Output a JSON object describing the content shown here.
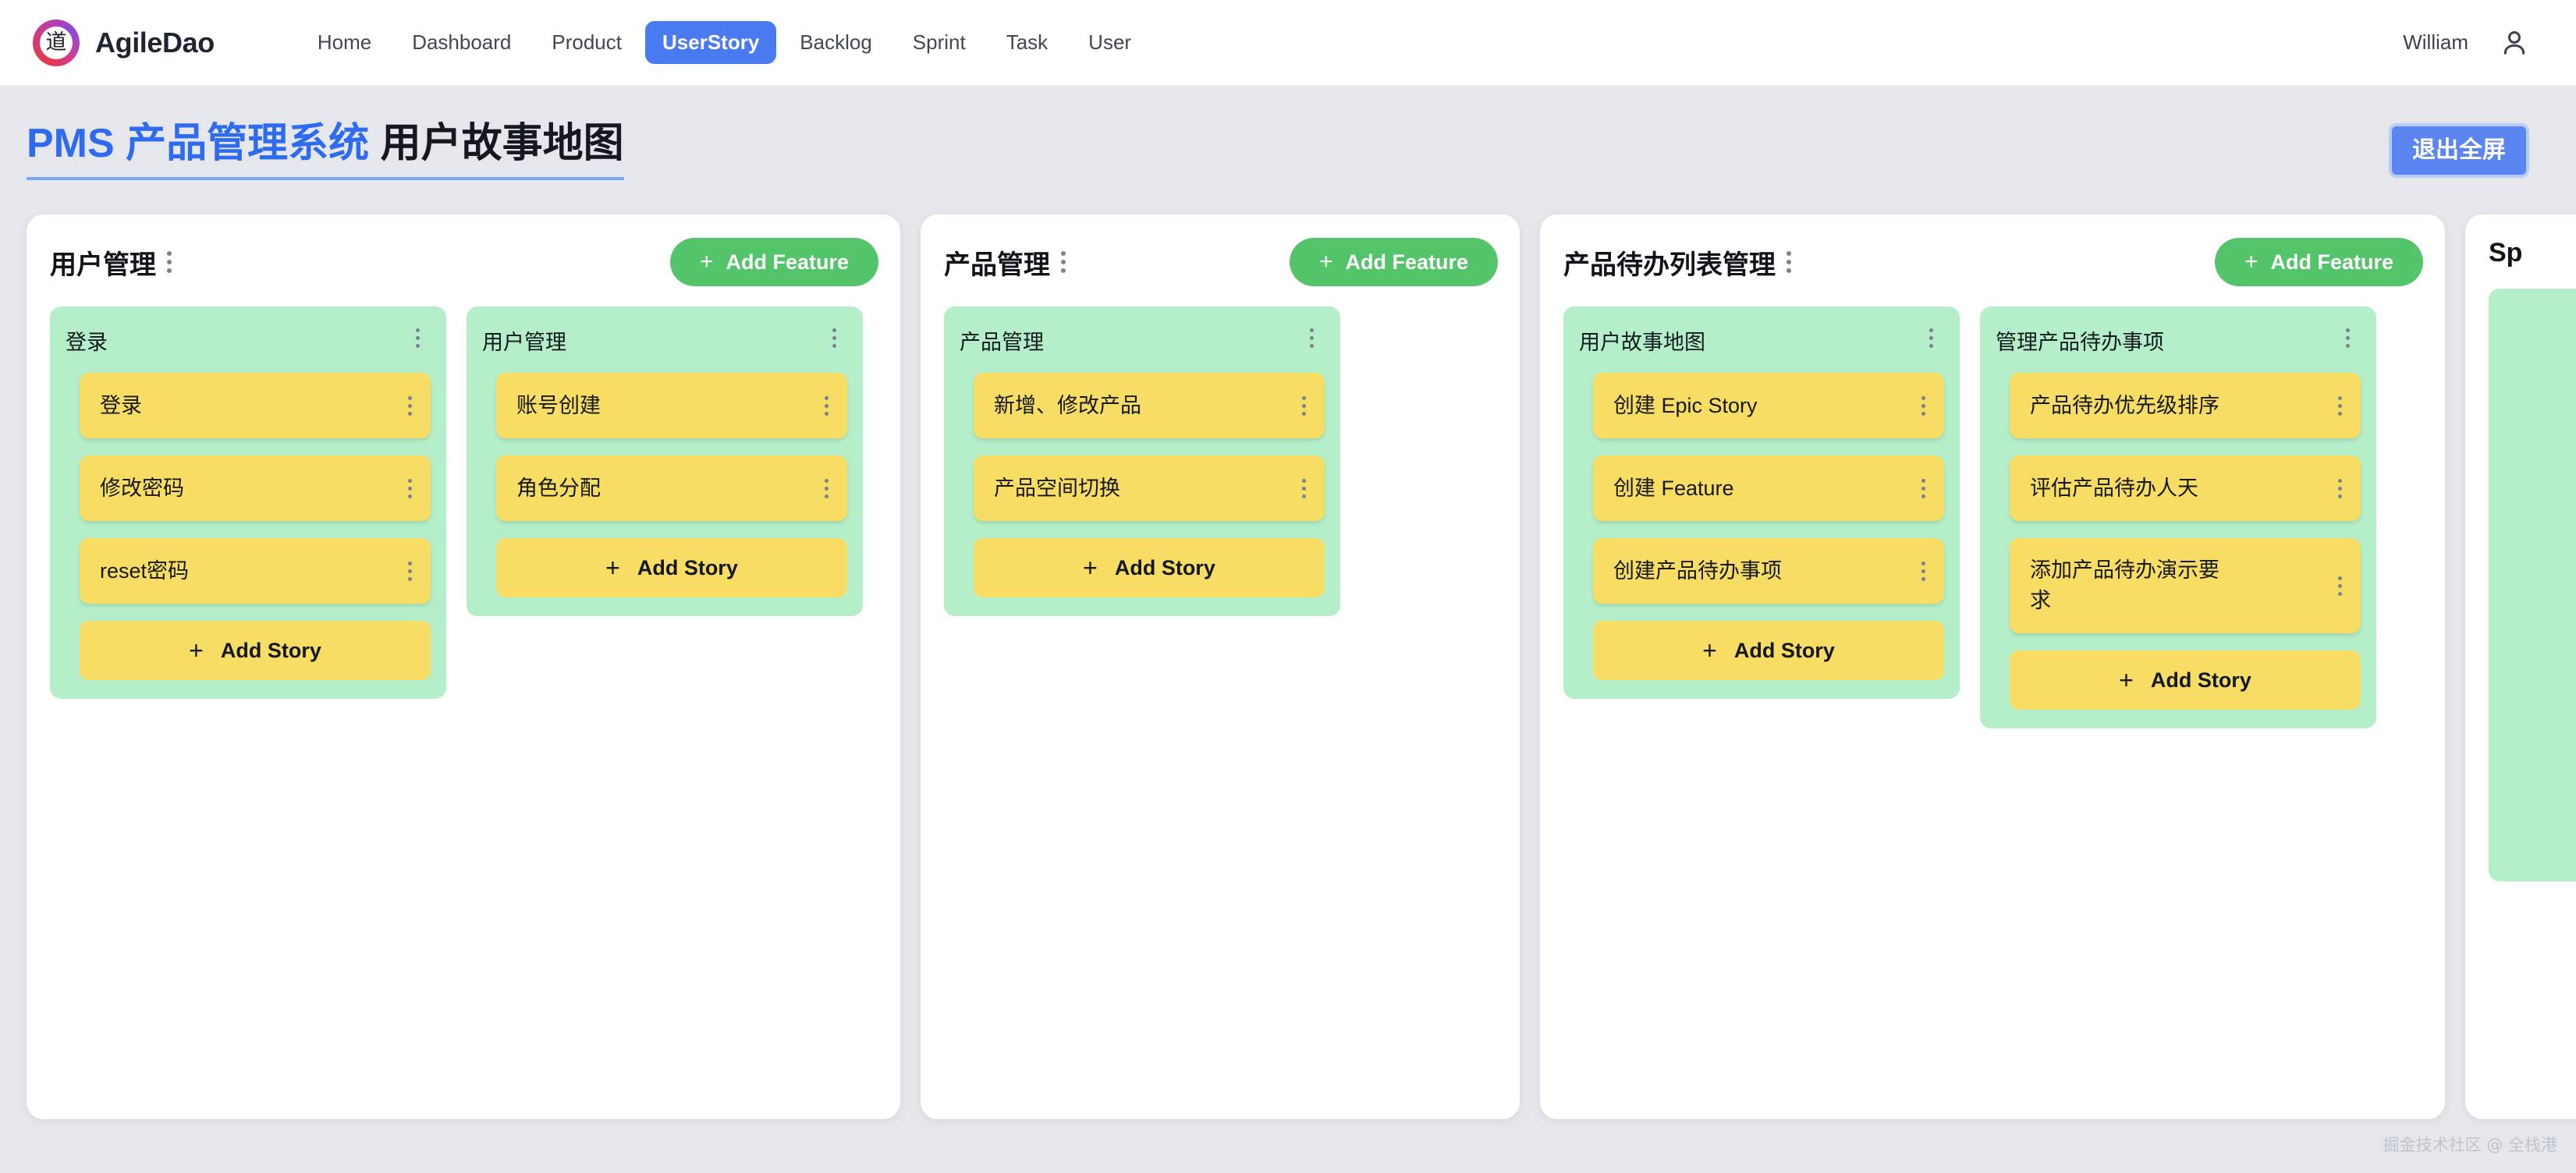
{
  "navbar": {
    "logo_char": "道",
    "brand": "AgileDao",
    "logo_icon": "agiledao-ring-logo",
    "links": [
      {
        "label": "Home",
        "active": false
      },
      {
        "label": "Dashboard",
        "active": false
      },
      {
        "label": "Product",
        "active": false
      },
      {
        "label": "UserStory",
        "active": true
      },
      {
        "label": "Backlog",
        "active": false
      },
      {
        "label": "Sprint",
        "active": false
      },
      {
        "label": "Task",
        "active": false
      },
      {
        "label": "User",
        "active": false
      }
    ],
    "user_name": "William",
    "avatar_icon": "user-icon",
    "active_color": "#4a7af0"
  },
  "page": {
    "title_accent": "PMS 产品管理系统",
    "title_rest": " 用户故事地图",
    "exit_fullscreen_label": "退出全屏",
    "accent_color": "#2f6bf0",
    "button_color": "#5b86f2",
    "watermark": "掘金技术社区 @ 全栈港"
  },
  "board": {
    "add_feature_label": "Add Feature",
    "add_story_label": "Add Story",
    "plus_glyph": "+",
    "menu_icon": "more-vertical-icon",
    "epic_color": "#b5efc9",
    "story_color": "#f7dd63",
    "feature_button_color": "#53c46a",
    "columns": [
      {
        "title": "用户管理",
        "epics": [
          {
            "title": "登录",
            "stories": [
              {
                "title": "登录",
                "wrap": false
              },
              {
                "title": "修改密码",
                "wrap": false
              },
              {
                "title": "reset密码",
                "wrap": false
              }
            ]
          },
          {
            "title": "用户管理",
            "stories": [
              {
                "title": "账号创建",
                "wrap": false
              },
              {
                "title": "角色分配",
                "wrap": false
              }
            ]
          }
        ]
      },
      {
        "title": "产品管理",
        "epics": [
          {
            "title": "产品管理",
            "stories": [
              {
                "title": "新增、修改产品",
                "wrap": false
              },
              {
                "title": "产品空间切换",
                "wrap": false
              }
            ]
          }
        ]
      },
      {
        "title": "产品待办列表管理",
        "epics": [
          {
            "title": "用户故事地图",
            "stories": [
              {
                "title": "创建 Epic Story",
                "wrap": false
              },
              {
                "title": "创建 Feature",
                "wrap": false
              },
              {
                "title": "创建产品待办事项",
                "wrap": false
              }
            ]
          },
          {
            "title": "管理产品待办事项",
            "stories": [
              {
                "title": "产品待办优先级排序",
                "wrap": false
              },
              {
                "title": "评估产品待办人天",
                "wrap": false
              },
              {
                "title": "添加产品待办演示要求",
                "wrap": true
              }
            ]
          }
        ]
      },
      {
        "title": "Sp",
        "epics": [
          {
            "title": "",
            "stories": []
          }
        ]
      }
    ]
  }
}
